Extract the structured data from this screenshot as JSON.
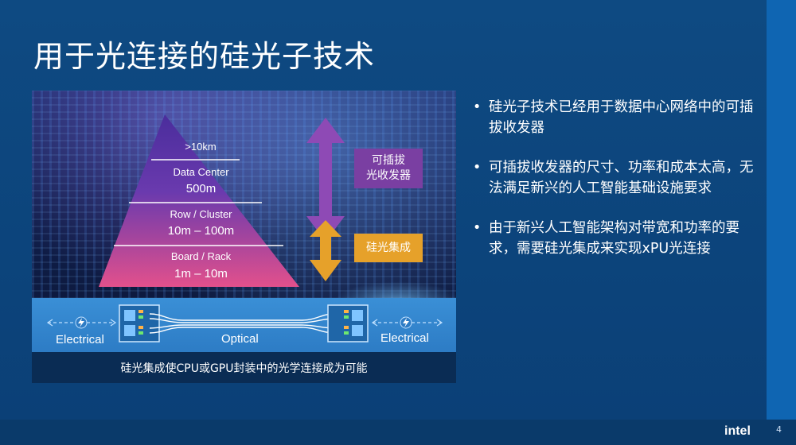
{
  "slide": {
    "title": "用于光连接的硅光子技术",
    "page_number": "4",
    "logo": "intel"
  },
  "figure": {
    "pyramid_tiers": [
      {
        "name": "",
        "distance": ">10km"
      },
      {
        "name": "Data Center",
        "distance": "500m"
      },
      {
        "name": "Row / Cluster",
        "distance": "10m – 100m"
      },
      {
        "name": "Board / Rack",
        "distance": "1m – 10m"
      }
    ],
    "pluggable_label": "可插拔光收发器",
    "pluggable_label_line1": "可插拔",
    "pluggable_label_line2": "光收发器",
    "sip_label": "硅光集成",
    "left_link": "Electrical",
    "middle_link": "Optical",
    "right_link": "Electrical",
    "caption": "硅光集成使CPU或GPU封装中的光学连接成为可能"
  },
  "bullets": [
    "硅光子技术已经用于数据中心网络中的可插拔收发器",
    "可插拔收发器的尺寸、功率和成本太高，无法满足新兴的人工智能基础设施要求",
    "由于新兴人工智能架构对带宽和功率的要求，需要硅光集成来实现xPU光连接"
  ],
  "colors": {
    "slide_bg": "#0e4a82",
    "accent_band": "#0f65b2",
    "pluggable_box": "#7a3fa2",
    "sip_box": "#e6a12a",
    "pyramid_top": "#3a2a8a",
    "pyramid_bottom": "#e0508e",
    "optical_strip": "#3a8fd6"
  }
}
